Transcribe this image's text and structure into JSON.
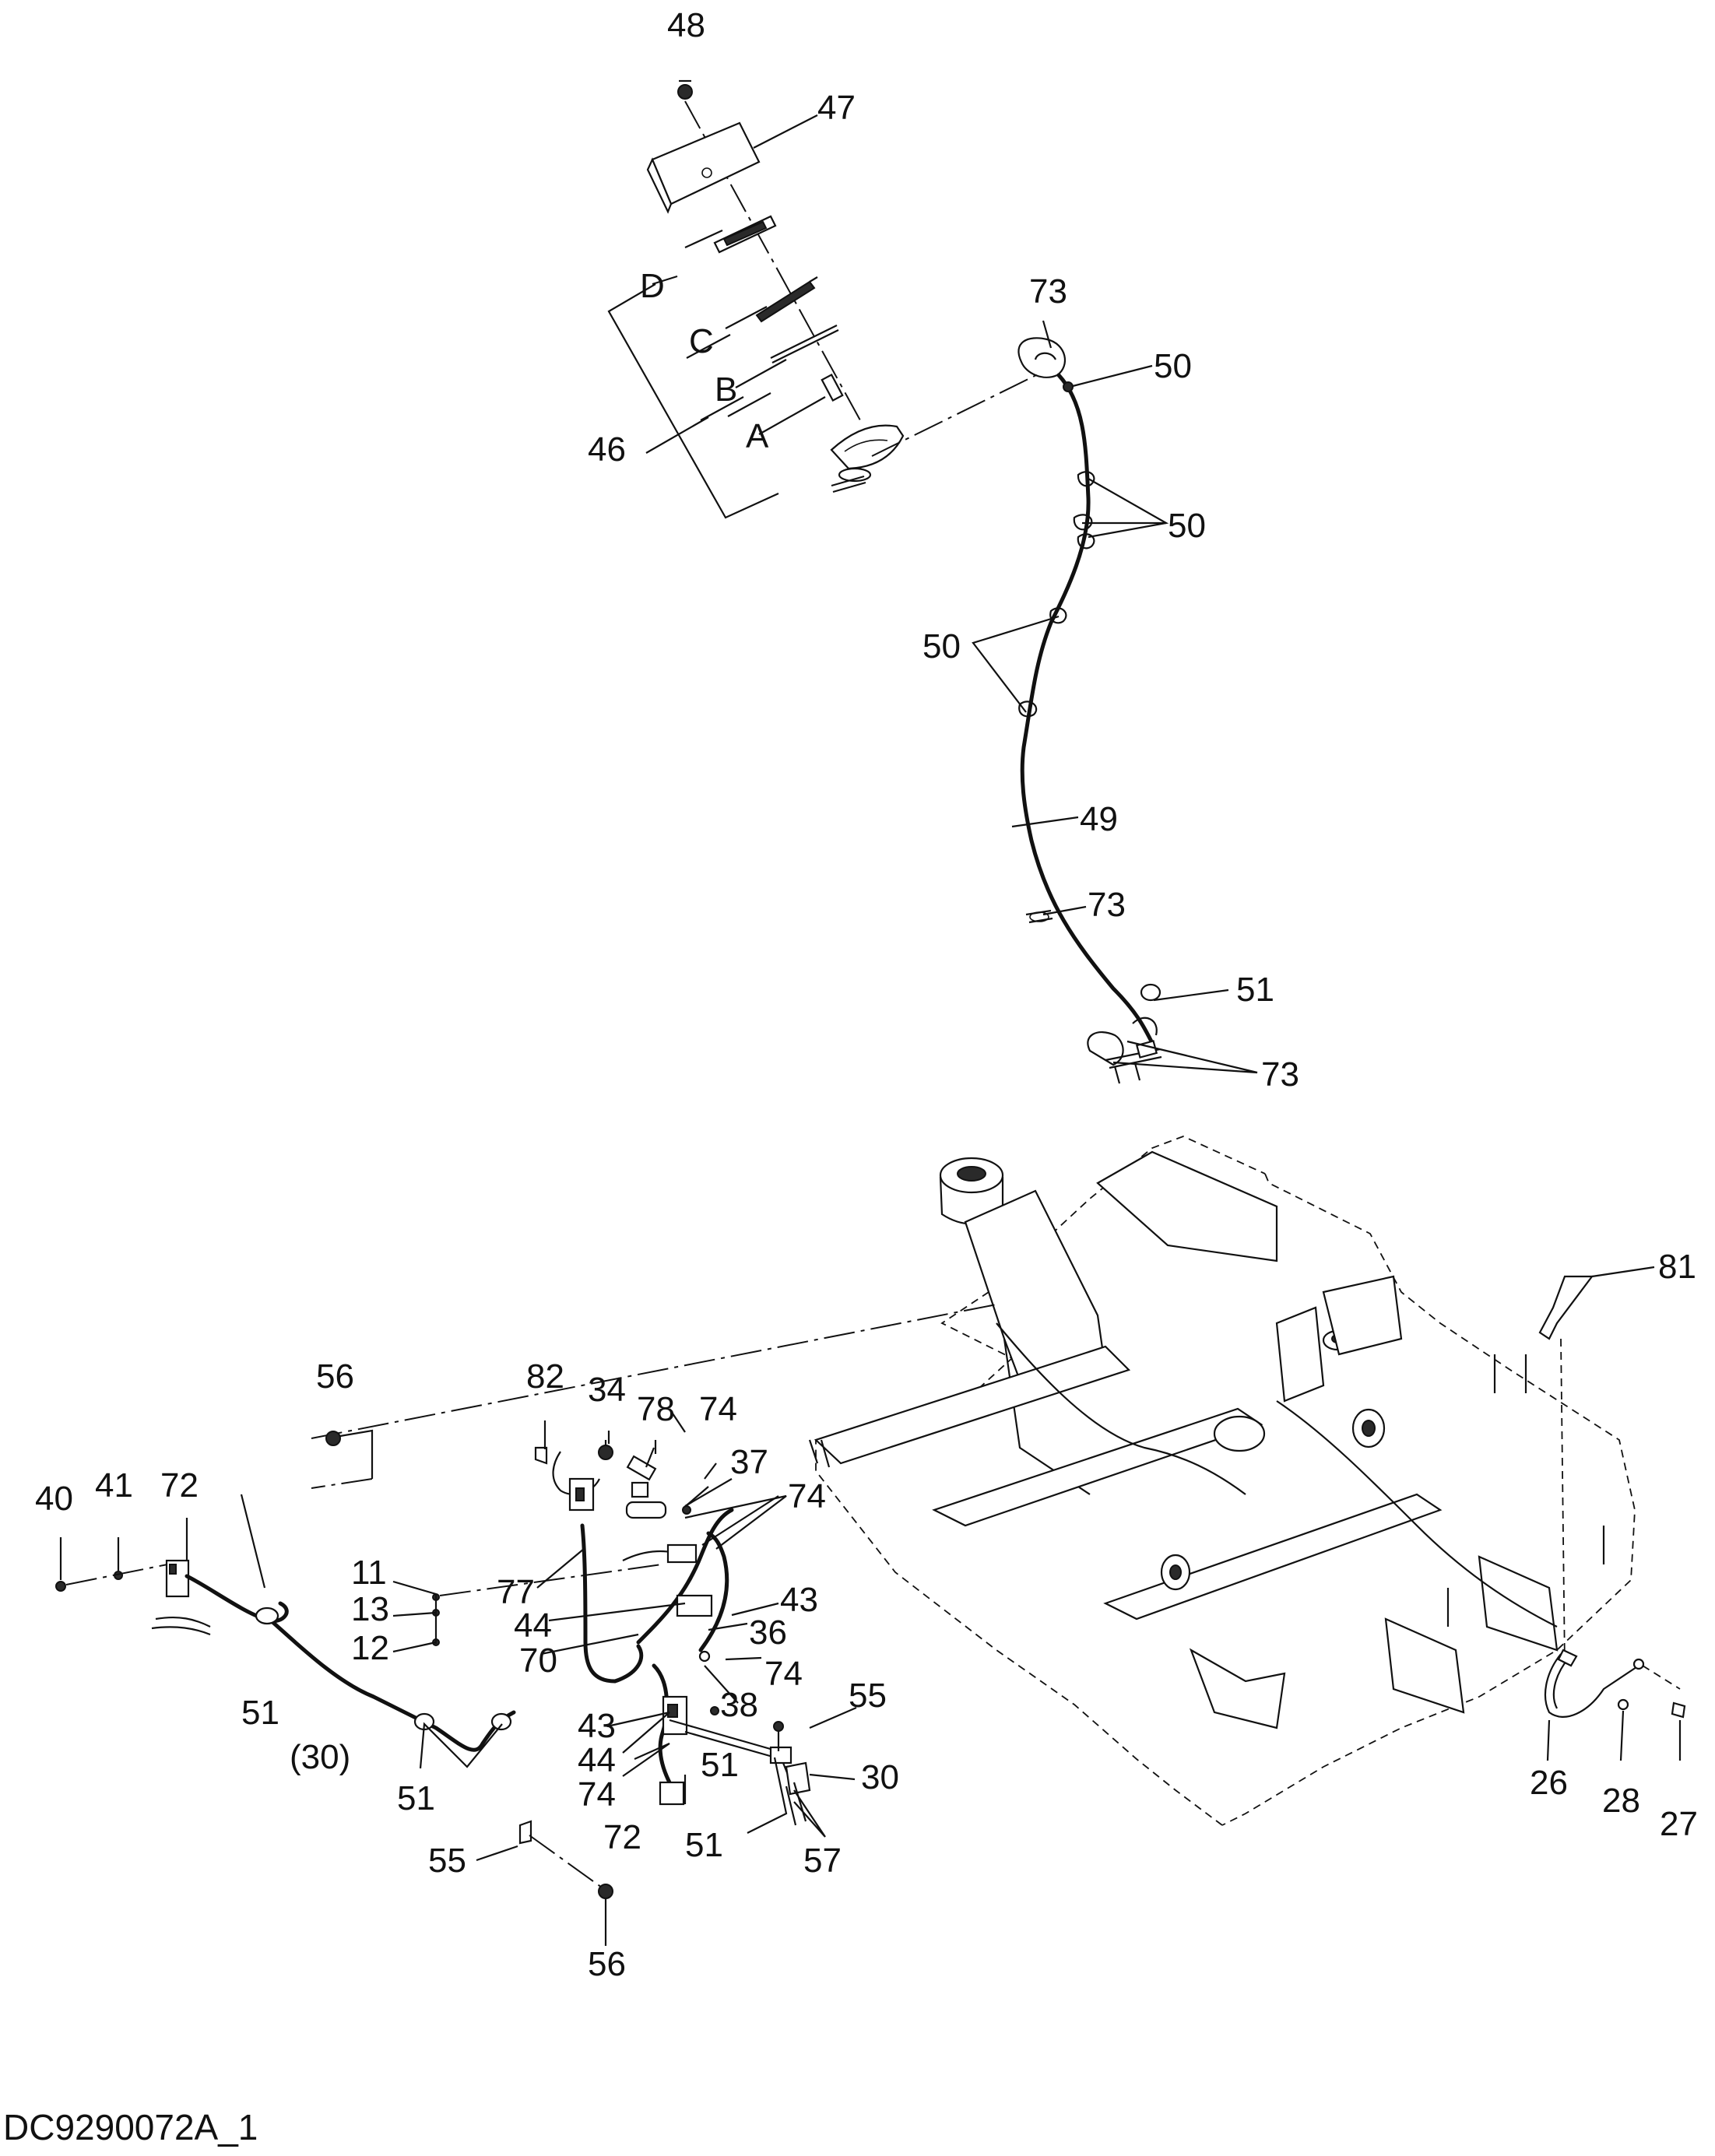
{
  "drawing_code": "DC9290072A_1",
  "callouts": [
    {
      "id": "c48",
      "text": "48"
    },
    {
      "id": "c47",
      "text": "47"
    },
    {
      "id": "cD",
      "text": "D"
    },
    {
      "id": "cC",
      "text": "C"
    },
    {
      "id": "cB",
      "text": "B"
    },
    {
      "id": "cA",
      "text": "A"
    },
    {
      "id": "c46",
      "text": "46"
    },
    {
      "id": "c73a",
      "text": "73"
    },
    {
      "id": "c50a",
      "text": "50"
    },
    {
      "id": "c50b",
      "text": "50"
    },
    {
      "id": "c50c",
      "text": "50"
    },
    {
      "id": "c49",
      "text": "49"
    },
    {
      "id": "c73b",
      "text": "73"
    },
    {
      "id": "c51a",
      "text": "51"
    },
    {
      "id": "c73c",
      "text": "73"
    },
    {
      "id": "c81",
      "text": "81"
    },
    {
      "id": "c56a",
      "text": "56"
    },
    {
      "id": "c82",
      "text": "82"
    },
    {
      "id": "c34",
      "text": "34"
    },
    {
      "id": "c78",
      "text": "78"
    },
    {
      "id": "c74a",
      "text": "74"
    },
    {
      "id": "c37",
      "text": "37"
    },
    {
      "id": "c40",
      "text": "40"
    },
    {
      "id": "c41",
      "text": "41"
    },
    {
      "id": "c72a",
      "text": "72"
    },
    {
      "id": "c74b",
      "text": "74"
    },
    {
      "id": "c11",
      "text": "11"
    },
    {
      "id": "c77",
      "text": "77"
    },
    {
      "id": "c43a",
      "text": "43"
    },
    {
      "id": "c13",
      "text": "13"
    },
    {
      "id": "c44a",
      "text": "44"
    },
    {
      "id": "c36",
      "text": "36"
    },
    {
      "id": "c12",
      "text": "12"
    },
    {
      "id": "c70",
      "text": "70"
    },
    {
      "id": "c74c",
      "text": "74"
    },
    {
      "id": "c55a",
      "text": "55"
    },
    {
      "id": "c43b",
      "text": "43"
    },
    {
      "id": "c38",
      "text": "38"
    },
    {
      "id": "c51b",
      "text": "51"
    },
    {
      "id": "c44b",
      "text": "44"
    },
    {
      "id": "c30a",
      "text": "30"
    },
    {
      "id": "c30b",
      "text": "(30)"
    },
    {
      "id": "c51c",
      "text": "51"
    },
    {
      "id": "c74d",
      "text": "74"
    },
    {
      "id": "c51d",
      "text": "51"
    },
    {
      "id": "c51e",
      "text": "51"
    },
    {
      "id": "c57",
      "text": "57"
    },
    {
      "id": "c72b",
      "text": "72"
    },
    {
      "id": "c55b",
      "text": "55"
    },
    {
      "id": "c56b",
      "text": "56"
    },
    {
      "id": "c26",
      "text": "26"
    },
    {
      "id": "c28",
      "text": "28"
    },
    {
      "id": "c27",
      "text": "27"
    }
  ]
}
